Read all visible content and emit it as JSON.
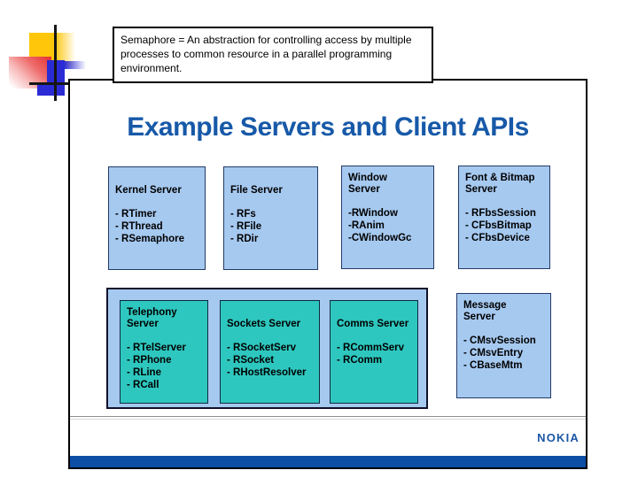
{
  "note": {
    "text": "Semaphore = An abstraction for controlling access by multiple processes to common resource in a parallel programming environment."
  },
  "slide": {
    "title": "Example Servers and Client APIs",
    "brand": "NOKIA",
    "servers": {
      "kernel": {
        "title": "Kernel Server",
        "items": [
          "- RTimer",
          "- RThread",
          "- RSemaphore"
        ]
      },
      "file": {
        "title": "File Server",
        "items": [
          "- RFs",
          "- RFile",
          "- RDir"
        ]
      },
      "window": {
        "title": "Window Server",
        "items": [
          "-RWindow",
          "-RAnim",
          "-CWindowGc"
        ]
      },
      "fontbitmap": {
        "title": "Font & Bitmap Server",
        "items": [
          "- RFbsSession",
          "- CFbsBitmap",
          "- CFbsDevice"
        ]
      },
      "telephony": {
        "title": "Telephony Server",
        "items": [
          "- RTelServer",
          "- RPhone",
          "- RLine",
          "- RCall"
        ]
      },
      "sockets": {
        "title": "Sockets Server",
        "items": [
          "- RSocketServ",
          "- RSocket",
          "- RHostResolver"
        ]
      },
      "comms": {
        "title": "Comms Server",
        "items": [
          "- RCommServ",
          "- RComm"
        ]
      },
      "message": {
        "title": "Message Server",
        "items": [
          "- CMsvSession",
          "- CMsvEntry",
          "- CBaseMtm"
        ]
      }
    },
    "colors": {
      "title_blue": "#1759a8",
      "box_blue": "#a6c9f0",
      "box_teal": "#2ec7bf",
      "bottom_bar_blue": "#0c4da6",
      "nokia_blue": "#1c57a5",
      "deco_yellow": "#ffc60a",
      "deco_red": "#e43131",
      "deco_blue": "#2b2bd5"
    }
  }
}
